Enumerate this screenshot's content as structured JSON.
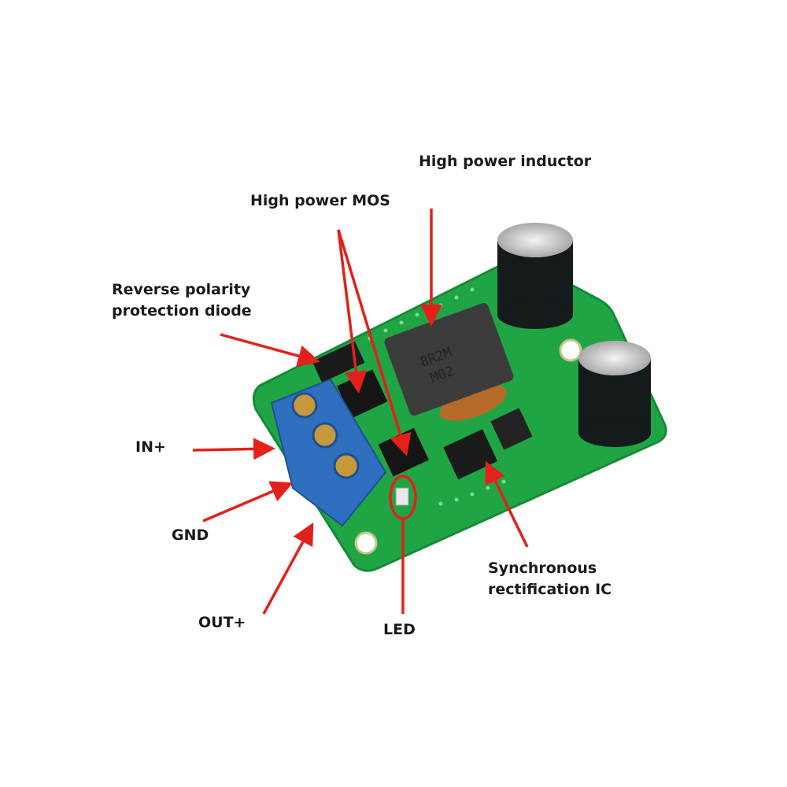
{
  "labels": {
    "inductor": "High power inductor",
    "mos": "High power MOS",
    "diode_line1": "Reverse polarity",
    "diode_line2": "protection diode",
    "in_plus": "IN+",
    "gnd": "GND",
    "out_plus": "OUT+",
    "led": "LED",
    "ic_line1": "Synchronous",
    "ic_line2": "rectification IC"
  },
  "board": {
    "inductor_marking_1": "8R2M",
    "inductor_marking_2": "M02"
  },
  "colors": {
    "arrow": "#e3201b",
    "pcb": "#1fa544",
    "terminal": "#2f6fc0"
  }
}
